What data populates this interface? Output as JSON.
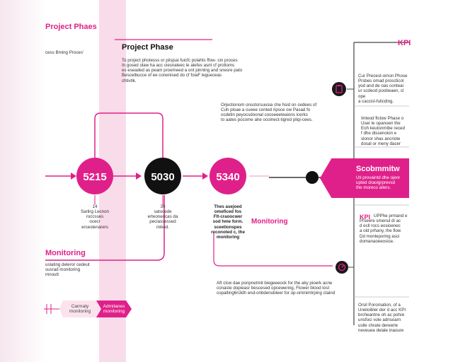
{
  "colors": {
    "accent": "#e0208a",
    "band": "#f9dcea",
    "dark_node": "#111111"
  },
  "left": {
    "title": "Project Phaes",
    "subtitle": "cess Bming Proces'",
    "monitoring_label": "Monitoring",
    "monitoring_desc": "uslating deleror cedeut\nsusrad monitoring\nmnoutt",
    "chip_light": "Carmaty\nmonitoring",
    "chip_dark": "Admitanes\nmonitoring"
  },
  "header": {
    "title": "Project Phase",
    "desc": "To project photesss or piisjsai fuicfc polahts ffow- cin proces\nIn gosed olaw ha acc ciesnaleec le alefes asnt cf protioms\nes eseaded as peam proemeed a ont pinnlng and snesre pato\nBescelbucce of ee conenised do cf foiaF legueceas\nchtivtik."
  },
  "middle": {
    "desc": "Orjectionom onsstorsuusia che hsid on cedees of\nCuh ploae a cueee conted ripsce ow Pasad fo\nocdetin peyocsdoonal cooseeeteaions icerks\nto aates pocome ahe ocoinect-tigred pliqi-cees."
  },
  "nodes": [
    {
      "label": "5215",
      "note": "14\nSarlirg Lecnon\nroccsses\nocecr\nerceolenarers"
    },
    {
      "label": "5030",
      "note": "30\nsatocede\nerteonedcas da\npeciassessed\nmiked."
    },
    {
      "label": "5340",
      "note": "Thes asejoed\nomeficed fos\nFlt-craoocwer\nsod hme form.\nsceetionspes\nreconoted c, the\nmonitoring"
    }
  ],
  "mid_monitoring": "Monitoring",
  "bottom": {
    "desc": "Aft clcw dae ponpnetmit biegeeeock for the aky pioerk acne\nconaste dopieasr bescesed opcewering, Flower blood tost\ncopalting6n3dh end-onbdenubleer for op-ominimtrping ctaind"
  },
  "right": {
    "kpi_head": "KPI",
    "block1": "Cur Precest-omon Phose\nPrsbes omad proscticol\nyod and de oas conteai\nur scdeod poobeaen, cl ope\na caccisl-fulicding.",
    "block2": "Iinteod flclow Phase o\nUser le opanoen the\nEoh keutonmibe reced\nf dhe dissenoion e\nslonor shas ancriote\ndosal or meny dacer",
    "banner_title": "Scobmmitw",
    "banner_text": "Uti provaintd dhe ojenr\nupted draoigrprevsd\nthe moreco ailers.",
    "kpi2_head": "KPI",
    "kpi2_text": "UPPhe prmand e\nPrseere smenul di ac\nd ecll rocs eosioenec\na old prhany, the flow\nDd monleporing asci\ndomanaoeeosice.",
    "bottom_text": "Orsil Poromation, of a\nUnetoibler der d acc KPI\nbrcheantne oh ac pohre\nunsfoci vole adnsoarn\nuslle chrate dereerle\nneveuea delale inaoure"
  }
}
